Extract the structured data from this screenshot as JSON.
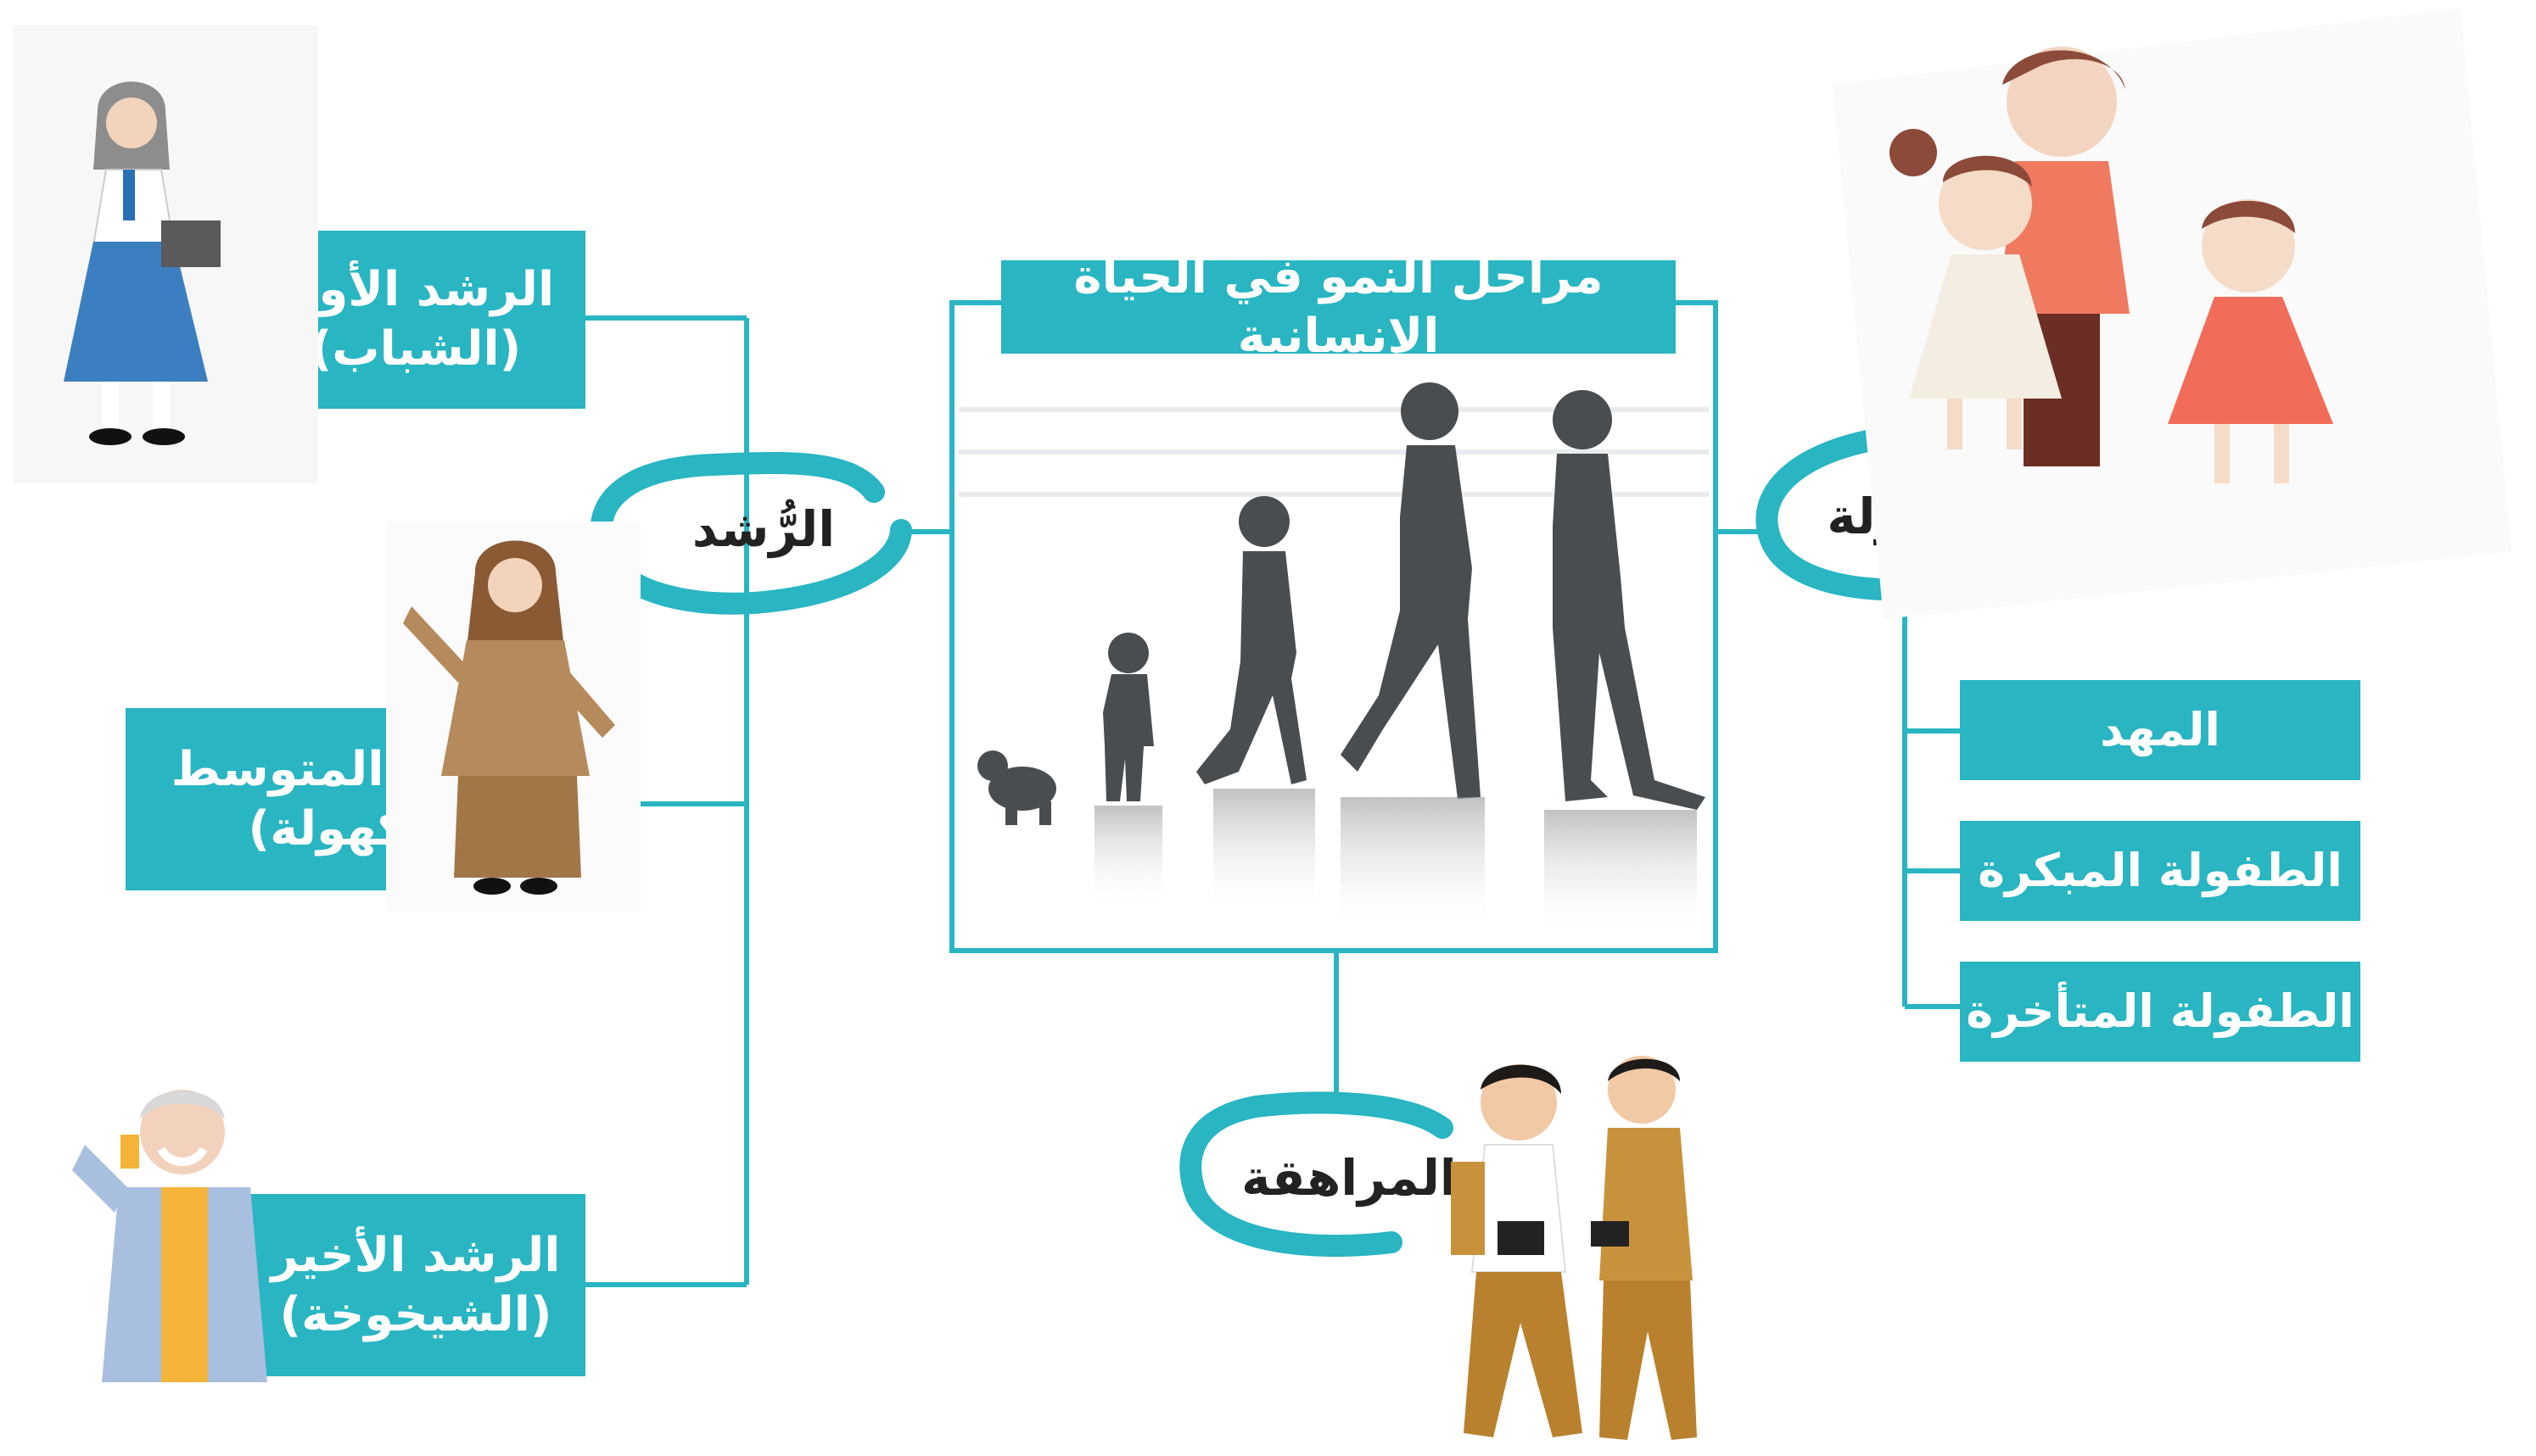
{
  "diagram": {
    "center_title": "مراحل النمو في الحياة الإنسانية",
    "stages": {
      "childhood": {
        "label": "الطفولة",
        "substages": [
          "المهد",
          "الطفولة المبكرة",
          "الطفولة المتأخرة"
        ]
      },
      "adolescence": {
        "label": "المراهقة"
      },
      "adulthood": {
        "label": "الرُّشد",
        "substages": [
          {
            "line1": "الرشد الأول",
            "line2": "(الشباب)"
          },
          {
            "line1": "الرشد المتوسط",
            "line2": "(الكهولة)"
          },
          {
            "line1": "الرشد الأخير",
            "line2": "(الشيخوخة)"
          }
        ]
      }
    }
  },
  "colors": {
    "accent": "#29b5c2",
    "silhouette": "#4a4d50",
    "text_dark": "#222222"
  },
  "icons": {
    "evolution": "human-growth-silhouettes-icon",
    "children": "mother-and-children-illustration",
    "teens": "teenage-boys-illustration",
    "young_woman": "young-woman-student-illustration",
    "middle_woman": "middle-aged-woman-illustration",
    "old_man": "elderly-man-illustration"
  }
}
